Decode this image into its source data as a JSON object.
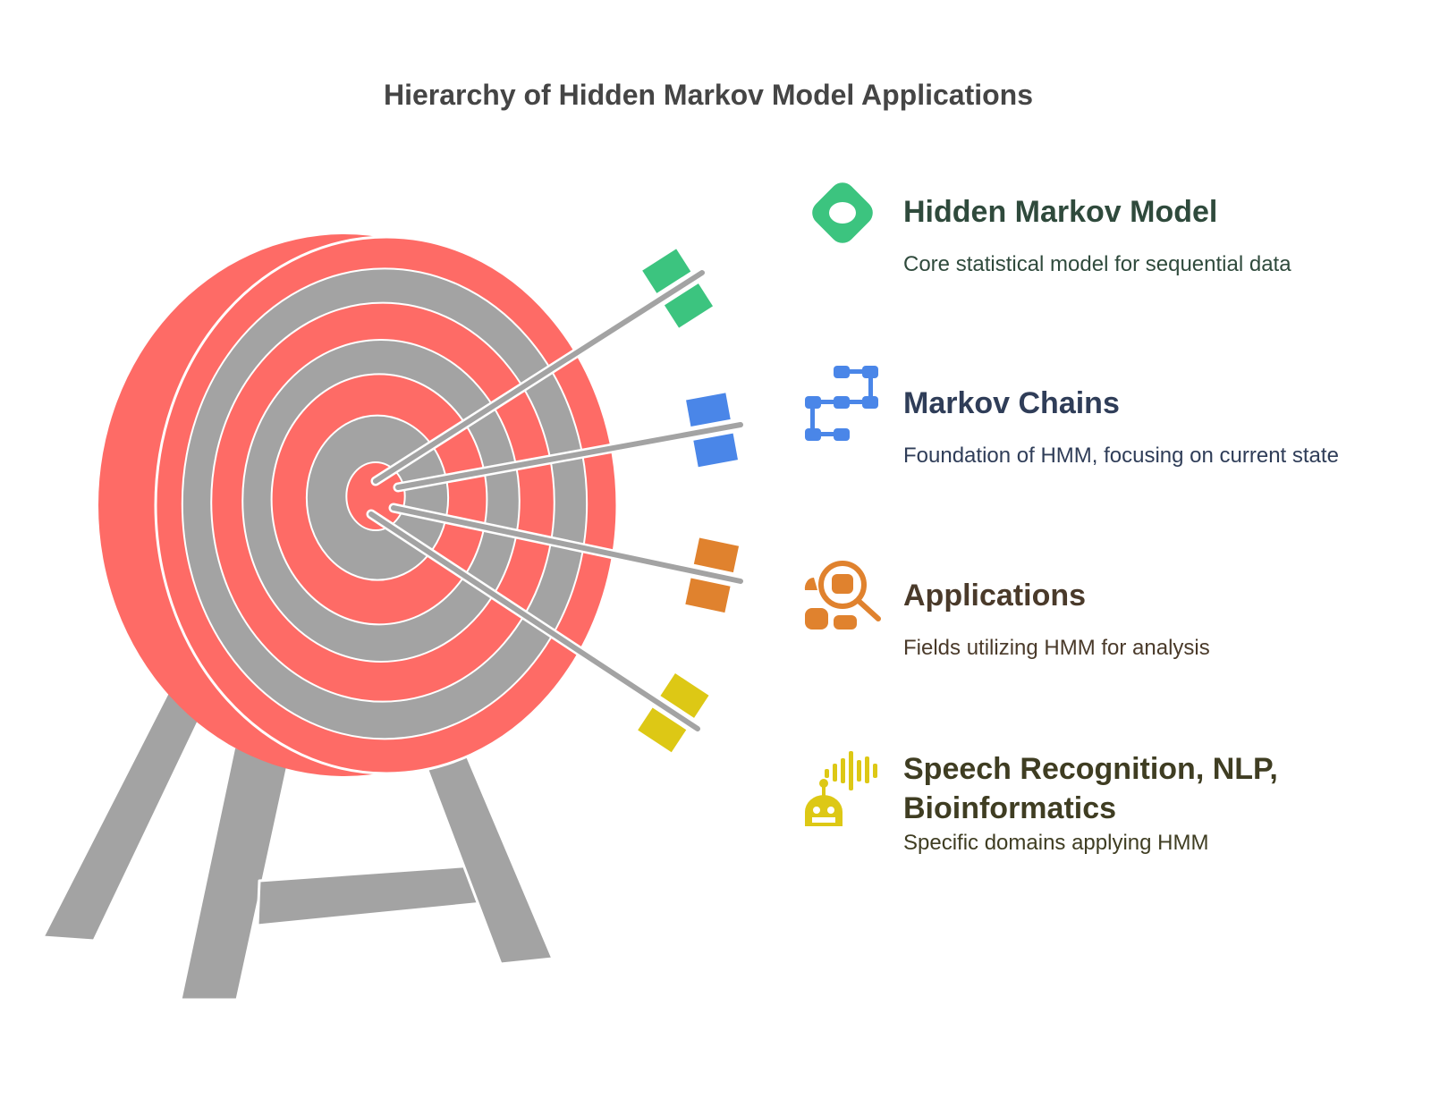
{
  "title": "Hierarchy of Hidden Markov Model Applications",
  "items": [
    {
      "title": "Hidden Markov Model",
      "description": "Core statistical model for sequential data",
      "icon": "diamond-ring-icon",
      "color": "#3cc47f",
      "text_color": "#2f4a3c"
    },
    {
      "title": "Markov Chains",
      "description": "Foundation of HMM, focusing on current state",
      "icon": "chain-network-icon",
      "color": "#4a86e8",
      "text_color": "#2f3d58"
    },
    {
      "title": "Applications",
      "description": "Fields utilizing HMM for analysis",
      "icon": "search-blocks-icon",
      "color": "#e0822e",
      "text_color": "#4a3a2a"
    },
    {
      "title": "Speech Recognition, NLP, Bioinformatics",
      "description": "Specific domains applying HMM",
      "icon": "robot-voice-icon",
      "color": "#ddc815",
      "text_color": "#3f3d22"
    }
  ],
  "colors": {
    "target_red": "#fe6b66",
    "target_gray": "#a3a3a3"
  }
}
